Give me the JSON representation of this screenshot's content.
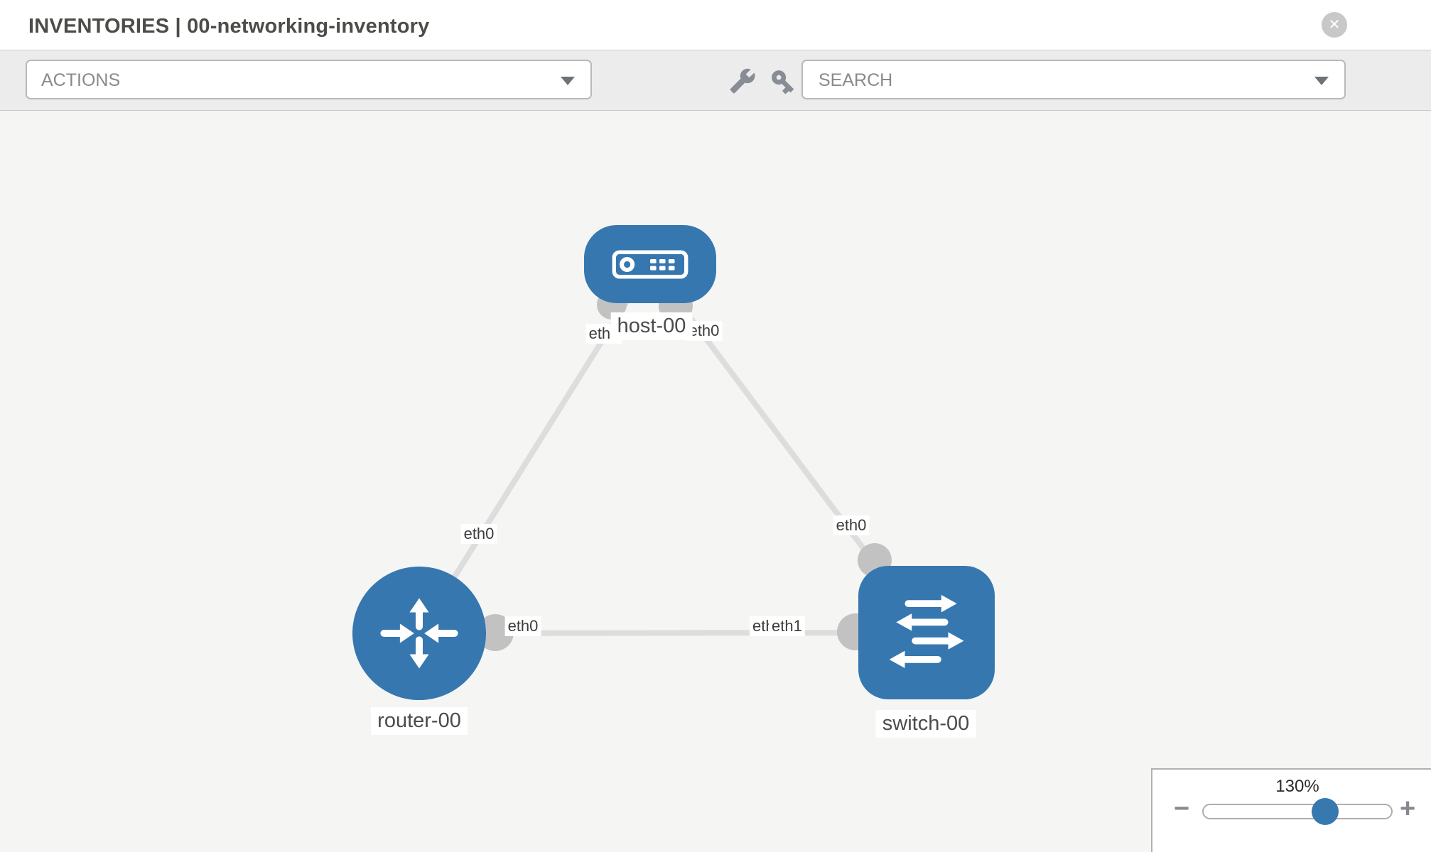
{
  "window": {
    "title": "INVENTORIES | 00-networking-inventory"
  },
  "header": {
    "close_glyph": "✕"
  },
  "toolbar": {
    "actions_label": "ACTIONS",
    "search_placeholder": "SEARCH",
    "icons": [
      "wrench-icon",
      "key-icon"
    ]
  },
  "topology": {
    "nodes": [
      {
        "id": "host-00",
        "type": "host",
        "label": "host-00"
      },
      {
        "id": "router-00",
        "type": "router",
        "label": "router-00"
      },
      {
        "id": "switch-00",
        "type": "switch",
        "label": "switch-00"
      }
    ],
    "links": [
      {
        "source": "host-00",
        "source_interface": "eth0",
        "target": "router-00",
        "target_interface": "eth0"
      },
      {
        "source": "host-00",
        "source_interface": "eth0",
        "target": "switch-00",
        "target_interface": "eth0"
      },
      {
        "source": "router-00",
        "source_interface": "eth0",
        "target": "switch-00",
        "target_interface": "eth1",
        "target_interface_overlapped": "eth0"
      }
    ]
  },
  "zoom_control": {
    "level": "130%",
    "minus_glyph": "−",
    "plus_glyph": "+"
  },
  "colors": {
    "node_blue": "#3677b0",
    "link_gray": "#dddddd",
    "connector_gray": "#c2c2c2",
    "toolbar_bg": "#ececec"
  }
}
